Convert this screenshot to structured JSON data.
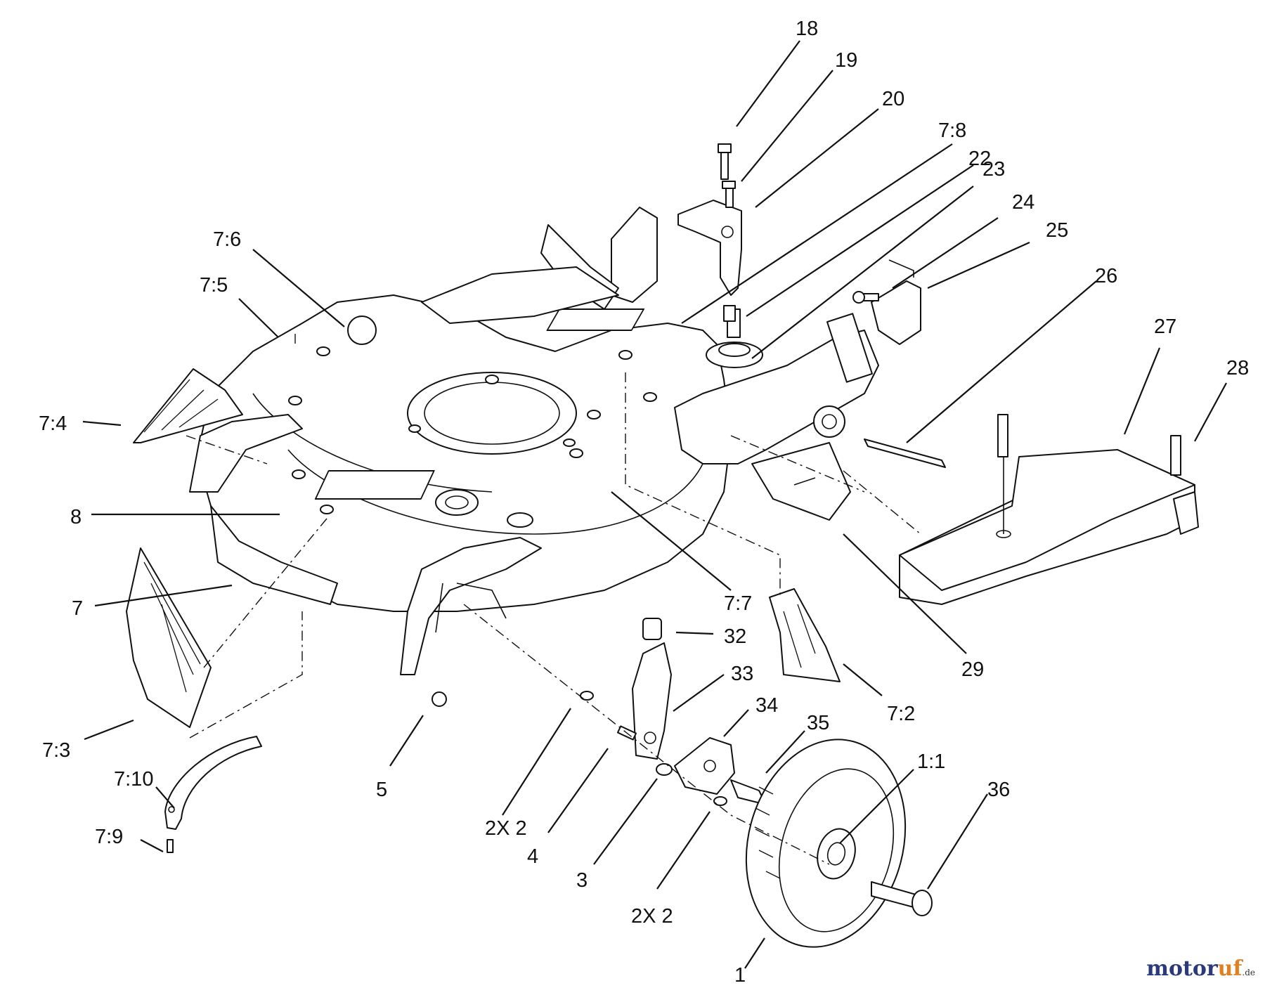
{
  "callouts": [
    {
      "id": "18",
      "label": "18"
    },
    {
      "id": "19",
      "label": "19"
    },
    {
      "id": "20",
      "label": "20"
    },
    {
      "id": "7-8",
      "label": "7:8"
    },
    {
      "id": "22",
      "label": "22"
    },
    {
      "id": "23",
      "label": "23"
    },
    {
      "id": "24",
      "label": "24"
    },
    {
      "id": "25",
      "label": "25"
    },
    {
      "id": "26",
      "label": "26"
    },
    {
      "id": "27",
      "label": "27"
    },
    {
      "id": "28",
      "label": "28"
    },
    {
      "id": "7-6",
      "label": "7:6"
    },
    {
      "id": "7-5",
      "label": "7:5"
    },
    {
      "id": "7-4",
      "label": "7:4"
    },
    {
      "id": "8",
      "label": "8"
    },
    {
      "id": "7",
      "label": "7"
    },
    {
      "id": "7-7",
      "label": "7:7"
    },
    {
      "id": "32",
      "label": "32"
    },
    {
      "id": "33",
      "label": "33"
    },
    {
      "id": "34",
      "label": "34"
    },
    {
      "id": "35",
      "label": "35"
    },
    {
      "id": "29",
      "label": "29"
    },
    {
      "id": "7-2",
      "label": "7:2"
    },
    {
      "id": "7-3",
      "label": "7:3"
    },
    {
      "id": "7-10",
      "label": "7:10"
    },
    {
      "id": "7-9",
      "label": "7:9"
    },
    {
      "id": "5",
      "label": "5"
    },
    {
      "id": "2x2-a",
      "label": "2X 2"
    },
    {
      "id": "4",
      "label": "4"
    },
    {
      "id": "3",
      "label": "3"
    },
    {
      "id": "2x2-b",
      "label": "2X 2"
    },
    {
      "id": "1-1",
      "label": "1:1"
    },
    {
      "id": "36",
      "label": "36"
    },
    {
      "id": "1",
      "label": "1"
    }
  ],
  "watermark": {
    "brand_main": "motor",
    "brand_accent": "uf",
    "brand_tld": ".de"
  }
}
